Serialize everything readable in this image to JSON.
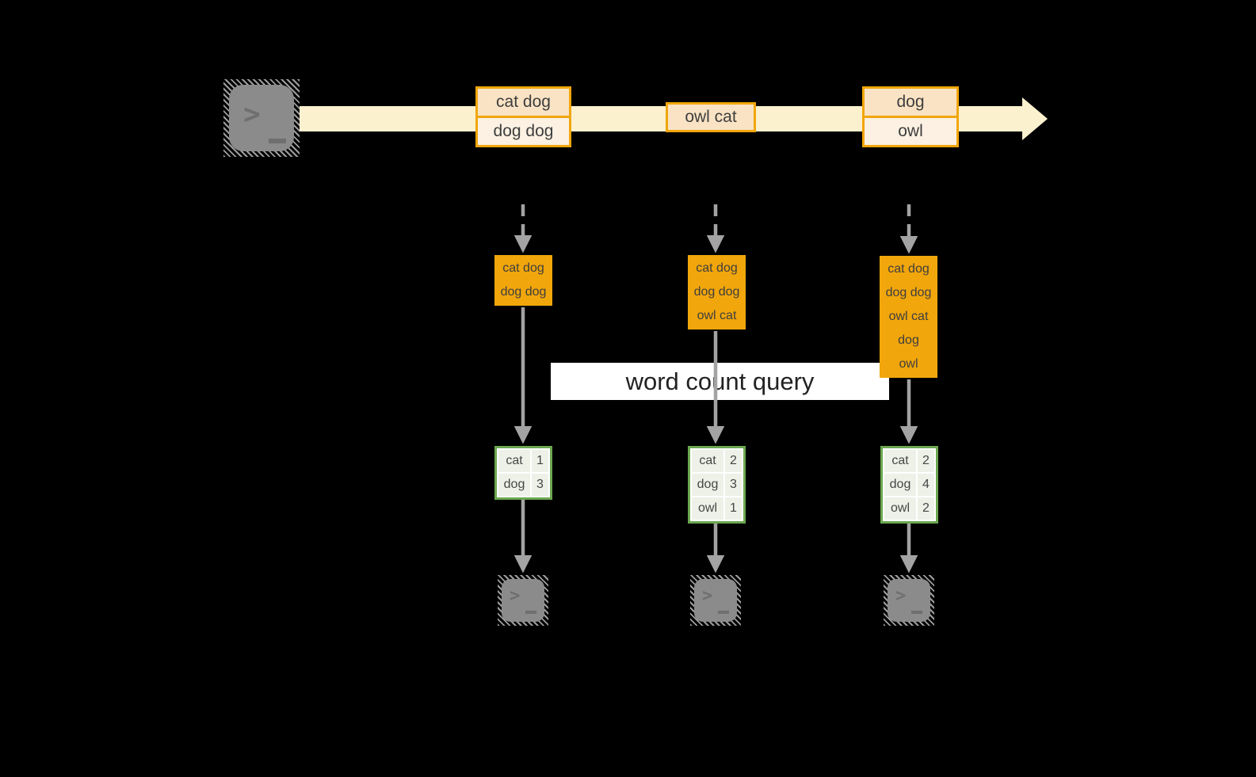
{
  "query": {
    "label": "word count query"
  },
  "stream": {
    "batches": [
      {
        "items": [
          "cat dog",
          "dog dog"
        ]
      },
      {
        "items": [
          "owl cat"
        ]
      },
      {
        "items": [
          "dog",
          "owl"
        ]
      }
    ]
  },
  "columns": [
    {
      "buffer": [
        "cat dog",
        "dog dog"
      ],
      "counts": [
        {
          "word": "cat",
          "count": "1"
        },
        {
          "word": "dog",
          "count": "3"
        }
      ]
    },
    {
      "buffer": [
        "cat dog",
        "dog dog",
        "owl cat"
      ],
      "counts": [
        {
          "word": "cat",
          "count": "2"
        },
        {
          "word": "dog",
          "count": "3"
        },
        {
          "word": "owl",
          "count": "1"
        }
      ]
    },
    {
      "buffer": [
        "cat dog",
        "dog dog",
        "owl cat",
        "dog",
        "owl"
      ],
      "counts": [
        {
          "word": "cat",
          "count": "2"
        },
        {
          "word": "dog",
          "count": "4"
        },
        {
          "word": "owl",
          "count": "2"
        }
      ]
    }
  ],
  "terminal": {
    "prompt_char": ">"
  },
  "colors": {
    "background": "#000000",
    "stream_band": "#fcf1cf",
    "orange_border": "#f1a60b",
    "cell_dark": "#fae3c4",
    "cell_light": "#fcf1e2",
    "green_border": "#6ba750",
    "green_fill": "#edf1e7",
    "arrow_gray": "#a3a3a3",
    "terminal_gray": "#8b8b8b",
    "banner_white": "#ffffff"
  }
}
